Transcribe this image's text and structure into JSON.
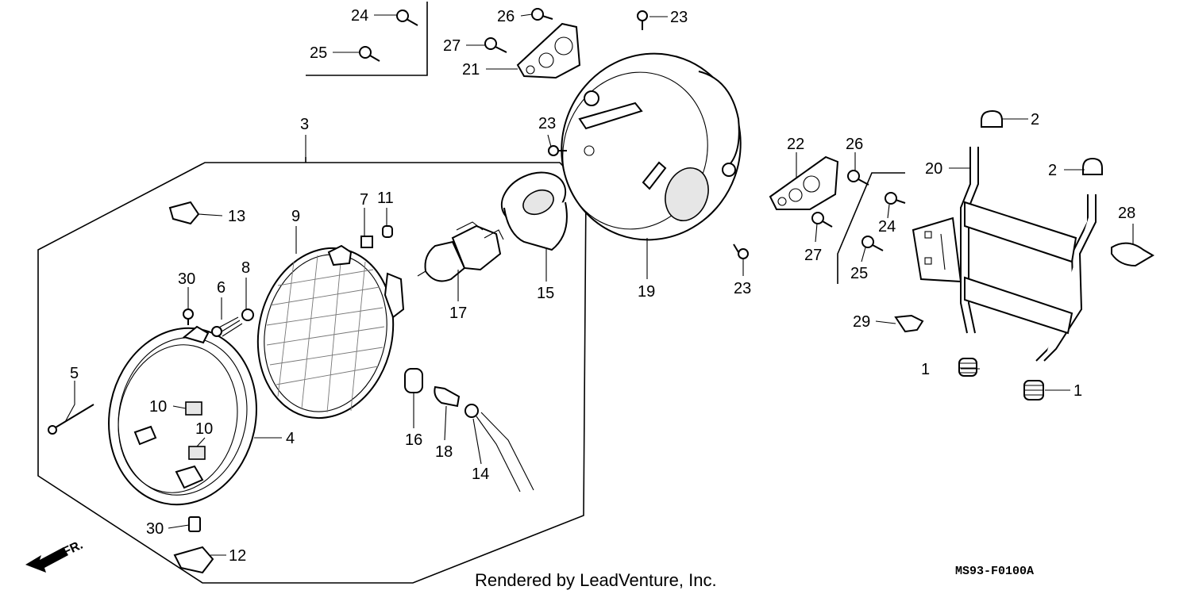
{
  "callouts": {
    "c1a": "1",
    "c1b": "1",
    "c2a": "2",
    "c2b": "2",
    "c3": "3",
    "c4": "4",
    "c5": "5",
    "c6": "6",
    "c7": "7",
    "c8": "8",
    "c9": "9",
    "c10a": "10",
    "c10b": "10",
    "c11": "11",
    "c12": "12",
    "c13": "13",
    "c14": "14",
    "c15": "15",
    "c16": "16",
    "c17": "17",
    "c18": "18",
    "c19": "19",
    "c20": "20",
    "c21": "21",
    "c22": "22",
    "c23a": "23",
    "c23b": "23",
    "c23c": "23",
    "c24a": "24",
    "c24b": "24",
    "c25a": "25",
    "c25b": "25",
    "c26a": "26",
    "c26b": "26",
    "c27a": "27",
    "c27b": "27",
    "c28": "28",
    "c29": "29",
    "c30a": "30",
    "c30b": "30"
  },
  "direction_label": "FR.",
  "credit": "Rendered by LeadVenture, Inc.",
  "diagram_code": "MS93-F0100A"
}
